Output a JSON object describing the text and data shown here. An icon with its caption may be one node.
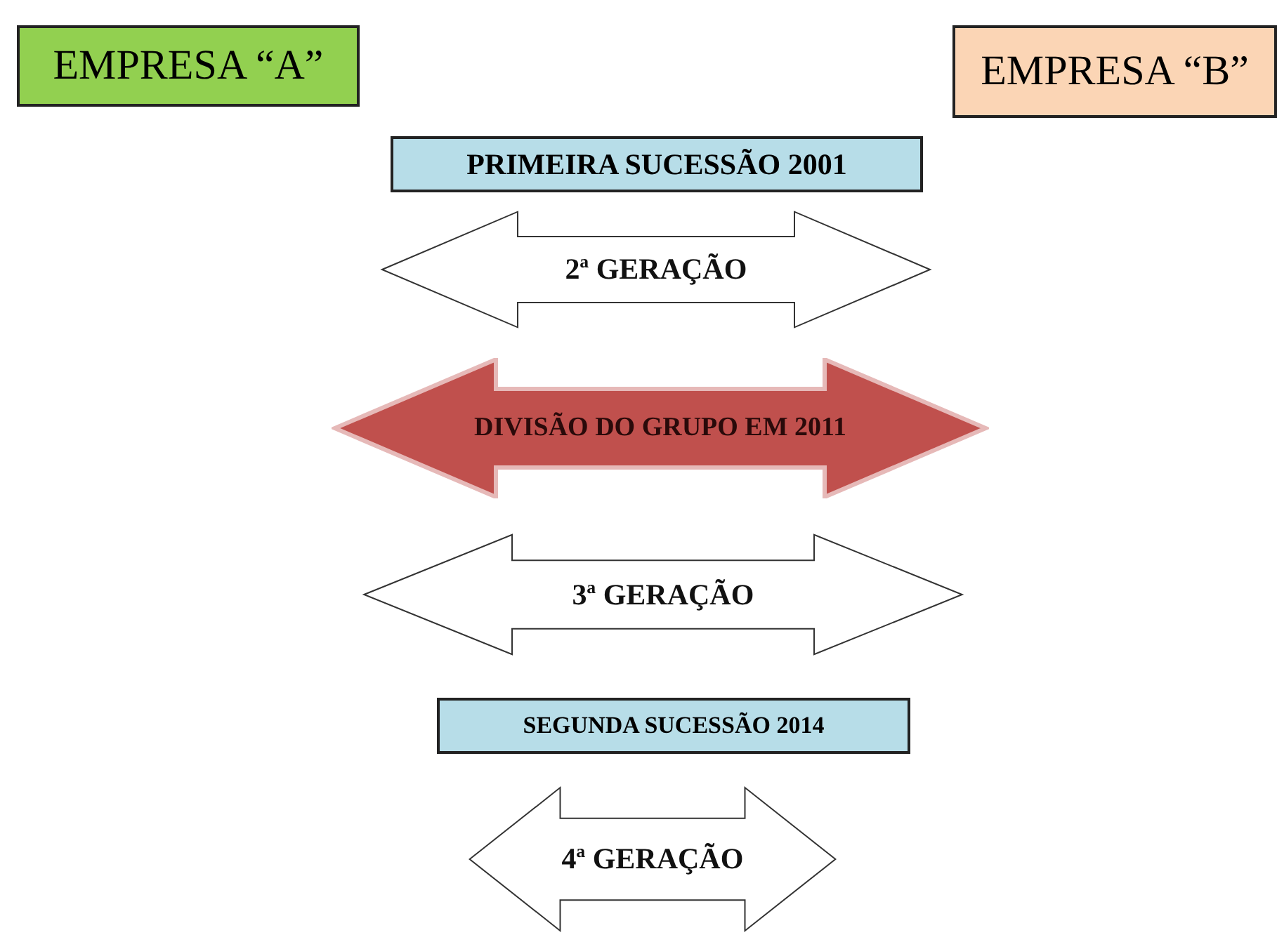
{
  "diagram": {
    "nodes": [
      {
        "text": [
          "EMPRESA “A”"
        ]
      },
      {
        "text": [
          "EMPRESA “B”"
        ]
      },
      {
        "text": [
          "PRIMEIRA SUCESSÃO 2001"
        ]
      },
      {
        "text": [
          "2ª GERAÇÃO"
        ]
      },
      {
        "text": [
          "DIVISÃO DO GRUPO EM 2011"
        ]
      },
      {
        "text": [
          "3ª GERAÇÃO"
        ]
      },
      {
        "text": [
          "SEGUNDA SUCESSÃO 2014"
        ]
      },
      {
        "text": [
          "4ª GERAÇÃO"
        ]
      }
    ]
  }
}
